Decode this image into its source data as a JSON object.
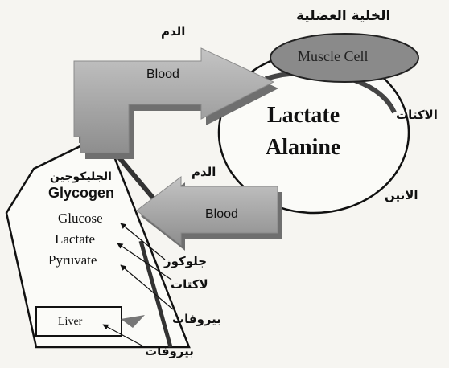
{
  "muscle": {
    "title_ar": "الخلية العضلية",
    "cell_label": "Muscle Cell",
    "line1": "Lactate",
    "line2": "Alanine",
    "lactate_ar": "الاكتات",
    "alanine_ar": "الانين"
  },
  "blood_top": {
    "label": "Blood",
    "ar": "الدم"
  },
  "blood_bottom": {
    "label": "Blood",
    "ar": "الدم"
  },
  "liver": {
    "glycogen_ar": "الجليكوجين",
    "glycogen": "Glycogen",
    "glucose": "Glucose",
    "lactate": "Lactate",
    "pyruvate": "Pyruvate",
    "box_label": "Liver"
  },
  "side_labels": {
    "glucose_ar": "جلوكوز",
    "lactate_ar": "لاكتات",
    "pyruvate_ar": "بيروفات",
    "pyruvate2_ar": "بيروفات"
  },
  "colors": {
    "arrow_fill": "#a8a8a8",
    "arrow_shadow": "#6f6f6f",
    "muscle_cell_fill": "#8a8a8a",
    "ink": "#111111"
  }
}
